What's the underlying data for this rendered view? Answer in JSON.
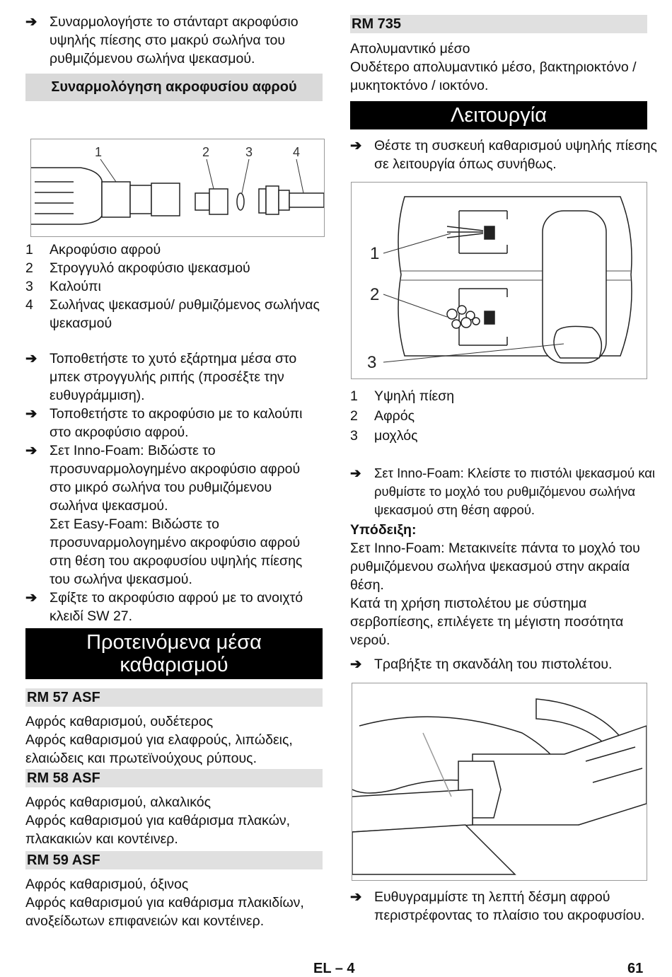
{
  "arrow_symbol": "➔",
  "left": {
    "intro_step": "Συναρμολογήστε το στάνταρτ ακροφύσιο υψηλής πίεσης στο μακρύ σωλήνα του ρυθμιζόμενου σωλήνα ψεκασμού.",
    "subheading": "Συναρμολόγηση ακροφυσίου αφρού",
    "figure1_labels": [
      "1",
      "2",
      "3",
      "4"
    ],
    "legend": [
      {
        "n": "1",
        "text": "Ακροφύσιο αφρού"
      },
      {
        "n": "2",
        "text": "Στρογγυλό ακροφύσιο ψεκασμού"
      },
      {
        "n": "3",
        "text": "Καλούπι"
      },
      {
        "n": "4",
        "text": "Σωλήνας ψεκασμού/ ρυθμιζόμενος σωλήνας ψεκασμού"
      }
    ],
    "steps": [
      "Τοποθετήστε το χυτό εξάρτημα μέσα στο μπεκ στρογγυλής ριπής (προσέξτε την ευθυγράμμιση).",
      "Τοποθετήστε το ακροφύσιο με το καλούπι στο ακροφύσιο αφρού.",
      "Σετ Inno-Foam: Βιδώστε το προσυναρμολογημένο ακροφύσιο αφρού στο μικρό σωλήνα του ρυθμιζόμενου σωλήνα ψεκασμού.",
      "Σφίξτε το ακροφύσιο αφρού με το ανοιχτό κλειδί SW 27."
    ],
    "step3_extra": "Σετ Easy-Foam: Βιδώστε το προσυναρμολογημένο ακροφύσιο αφρού στη θέση του ακροφυσίου υψηλής πίεσης του σωλήνα ψεκασμού.",
    "section_heading": "Προτεινόμενα μέσα καθαρισμού",
    "products": [
      {
        "name": "RM 57 ASF",
        "line1": "Αφρός καθαρισμού, ουδέτερος",
        "line2": "Αφρός καθαρισμού για ελαφρούς, λιπώδεις, ελαιώδεις και πρωτεϊνούχους ρύπους."
      },
      {
        "name": "RM 58 ASF",
        "line1": "Αφρός καθαρισμού, αλκαλικός",
        "line2": "Αφρός καθαρισμού για καθάρισμα πλακών, πλακακιών και κοντέινερ."
      },
      {
        "name": "RM 59 ASF",
        "line1": "Αφρός καθαρισμού, όξινος",
        "line2": "Αφρός καθαρισμού για καθάρισμα πλακιδίων, ανοξείδωτων επιφανειών και κοντέινερ."
      }
    ]
  },
  "right": {
    "product": {
      "name": "RM 735",
      "line1": "Απολυμαντικό μέσο",
      "line2": "Ουδέτερο απολυμαντικό μέσο, βακτηριοκτόνο / μυκητοκτόνο / ιοκτόνο."
    },
    "section_heading": "Λειτουργία",
    "step1": "Θέστε τη συσκευή καθαρισμού υψηλής πίεσης σε λειτουργία όπως συνήθως.",
    "figure2_labels": [
      "1",
      "2",
      "3"
    ],
    "legend": [
      {
        "n": "1",
        "text": "Υψηλή πίεση"
      },
      {
        "n": "2",
        "text": "Αφρός"
      },
      {
        "n": "3",
        "text": "μοχλός"
      }
    ],
    "step2": "Σετ Inno-Foam: Κλείστε το πιστόλι ψεκασμού και ρυθμίστε το μοχλό του ρυθμιζόμενου σωλήνα ψεκασμού στη θέση αφρού.",
    "note_label": "Υπόδειξη:",
    "note_text1": "Σετ Inno-Foam: Μετακινείτε πάντα το μοχλό του ρυθμιζόμενου σωλήνα ψεκασμού στην ακραία θέση.",
    "note_text2": "Κατά τη χρήση πιστολέτου με σύστημα σερβοπίεσης, επιλέγετε τη μέγιστη ποσότητα νερού.",
    "step3": "Τραβήξτε τη σκανδάλη του πιστολέτου.",
    "step4": "Ευθυγραμμίστε τη λεπτή δέσμη αφρού περιστρέφοντας το πλαίσιο του ακροφυσίου."
  },
  "footer": {
    "section": "EL – 4",
    "page": "61"
  }
}
